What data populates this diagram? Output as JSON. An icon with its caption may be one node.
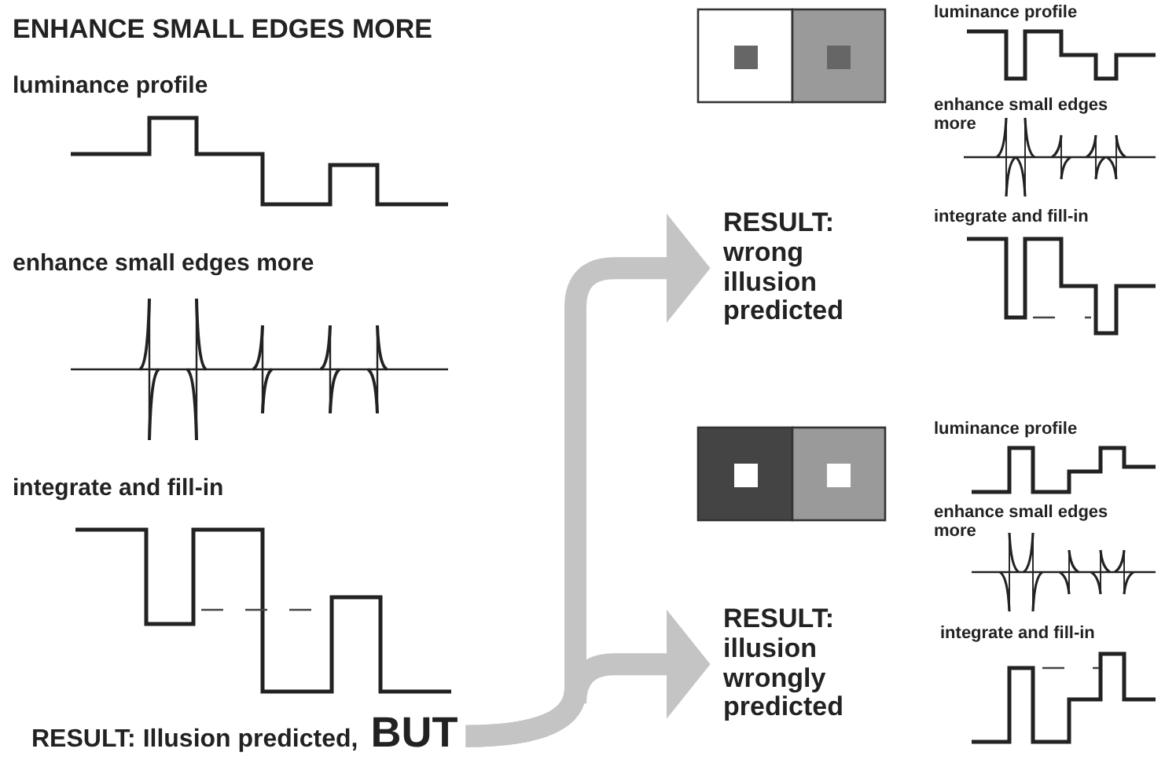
{
  "diagram": {
    "title": "ENHANCE SMALL EDGES MORE",
    "nodes": [
      {
        "text": [
          "RESULT: Illusion predicted,",
          "BUT"
        ]
      },
      {
        "text": [
          "RESULT: wrong illusion predicted"
        ]
      },
      {
        "text": [
          "RESULT: illusion wrongly predicted"
        ]
      }
    ],
    "edges": [
      {
        "from": 0,
        "to": 1,
        "arrow": "to",
        "color": "#c4c4c4"
      },
      {
        "from": 0,
        "to": 2,
        "arrow": "to",
        "color": "#c4c4c4"
      }
    ],
    "labels": [
      "luminance profile",
      "enhance small edges more",
      "integrate and fill-in",
      "luminance profile",
      "enhance small edges more",
      "integrate and fill-in",
      "luminance profile",
      "enhance small edges more",
      "integrate and fill-in"
    ]
  }
}
